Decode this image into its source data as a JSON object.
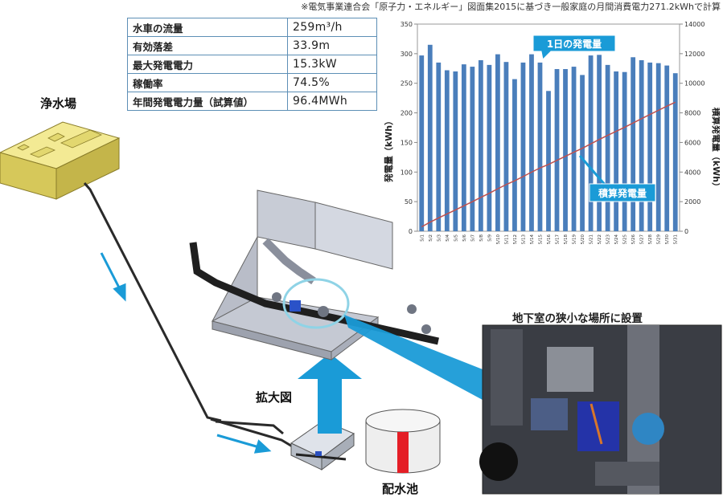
{
  "note": "※電気事業連合会「原子力・エネルギー」図面集2015に基づき一般家庭の月間消費電力271.2kWhで計算",
  "spec_table": [
    {
      "label": "水車の流量",
      "value": "259m³/h"
    },
    {
      "label": "有効落差",
      "value": "33.9m"
    },
    {
      "label": "最大発電電力",
      "value": "15.3kW"
    },
    {
      "label": "稼働率",
      "value": "74.5%"
    },
    {
      "label": "年間発電電力量（試算値）",
      "value": "96.4MWh"
    }
  ],
  "labels": {
    "purification_plant": "浄水場",
    "enlarged_view": "拡大図",
    "distribution_reservoir": "配水池",
    "photo_caption": "地下室の狭小な場所に設置"
  },
  "colors": {
    "bar": "#4a7ebb",
    "cumulative_line": "#c0504d",
    "callout_bg": "#1a9bd7",
    "arrow": "#1a9bd7",
    "plant": "#ede07a",
    "reservoir_stripe": "#e41e26"
  },
  "chart_data": {
    "type": "bar",
    "categories": [
      "5/1",
      "5/2",
      "5/3",
      "5/4",
      "5/5",
      "5/6",
      "5/7",
      "5/8",
      "5/9",
      "5/10",
      "5/11",
      "5/12",
      "5/13",
      "5/14",
      "5/15",
      "5/16",
      "5/17",
      "5/18",
      "5/19",
      "5/20",
      "5/21",
      "5/22",
      "5/23",
      "5/24",
      "5/25",
      "5/26",
      "5/27",
      "5/28",
      "5/29",
      "5/30",
      "5/31"
    ],
    "series": [
      {
        "name": "1日の発電量",
        "axis": "left",
        "type": "bar",
        "values": [
          297,
          315,
          285,
          272,
          270,
          282,
          278,
          289,
          281,
          299,
          286,
          257,
          285,
          299,
          285,
          237,
          274,
          274,
          278,
          264,
          297,
          298,
          281,
          270,
          269,
          294,
          289,
          285,
          284,
          280,
          267
        ]
      },
      {
        "name": "積算発電量",
        "axis": "right",
        "type": "line",
        "values": [
          297,
          612,
          897,
          1169,
          1439,
          1721,
          1999,
          2288,
          2569,
          2868,
          3154,
          3411,
          3696,
          3995,
          4280,
          4517,
          4791,
          5065,
          5343,
          5607,
          5904,
          6202,
          6483,
          6753,
          7022,
          7316,
          7605,
          7890,
          8174,
          8454,
          8721
        ]
      }
    ],
    "ylabel": "発電量（kWh）",
    "ylabel_right": "積算発電量（kWh）",
    "ylim": [
      0,
      350
    ],
    "yticks": [
      0,
      50,
      100,
      150,
      200,
      250,
      300,
      350
    ],
    "ylim_right": [
      0,
      14000
    ],
    "yticks_right": [
      0,
      2000,
      4000,
      6000,
      8000,
      10000,
      12000,
      14000
    ],
    "grid": false
  }
}
